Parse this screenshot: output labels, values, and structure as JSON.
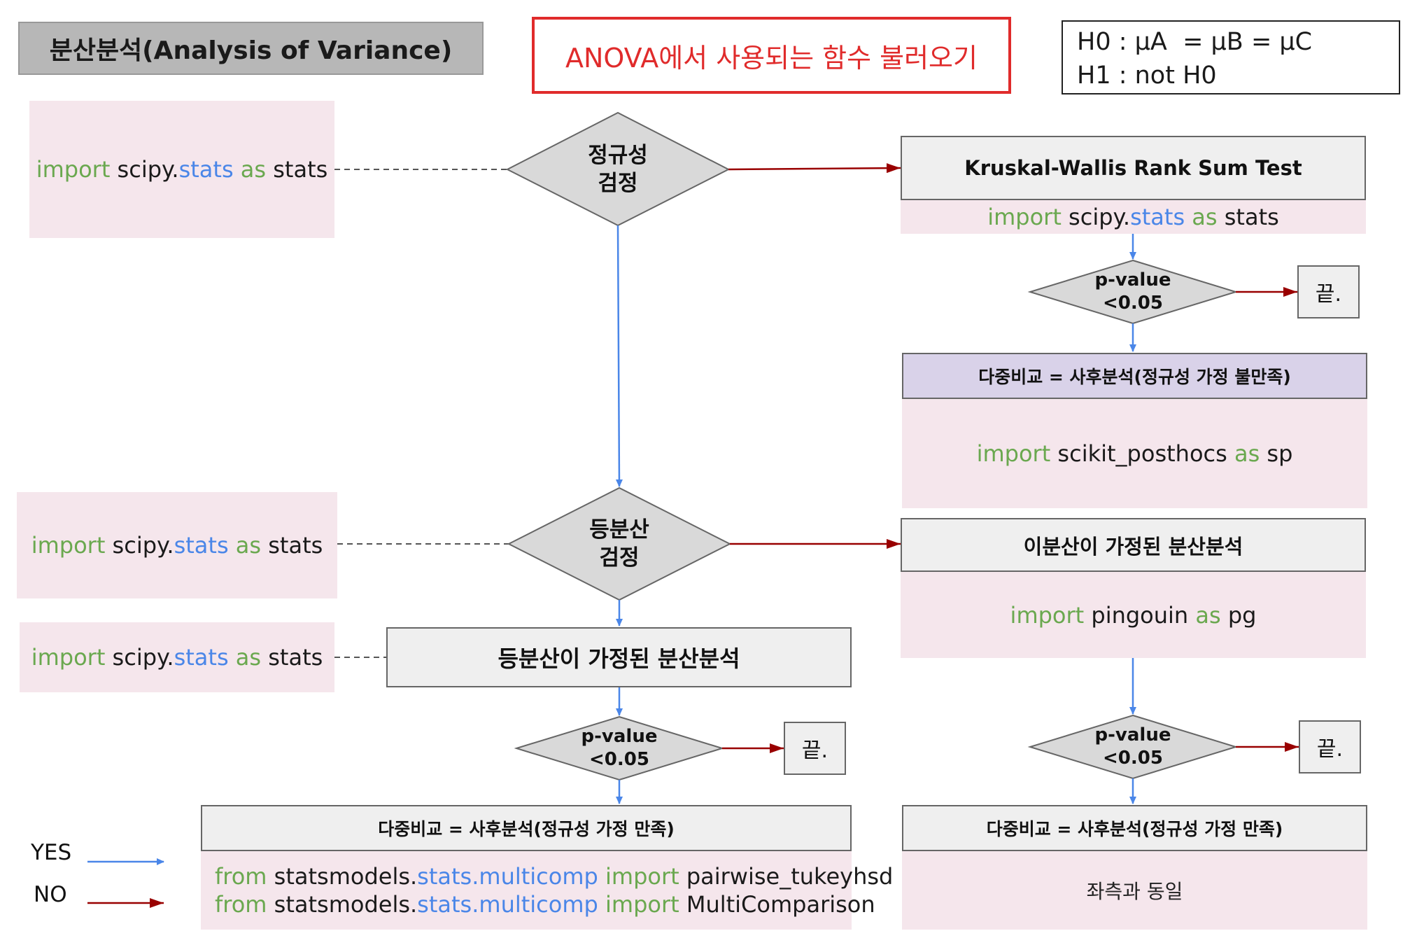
{
  "header": {
    "title": "분산분석(Analysis of Variance)",
    "subtitle": "ANOVA에서 사용되는 함수 불러오기",
    "hypothesis": [
      "H0 : μA  = μB = μC",
      "H1 : not H0"
    ]
  },
  "code": {
    "import_kw": "import",
    "from_kw": "from",
    "as_kw": "as",
    "scipy_pre": "scipy.",
    "stats_mod": "stats",
    "stats_alias": "stats",
    "scikit_name": "scikit_posthocs",
    "sp_alias": "sp",
    "pingouin_name": "pingouin",
    "pg_alias": "pg",
    "statsmodels_pre": "statsmodels.",
    "multicomp_mod": "stats.multicomp",
    "tukey": "pairwise_tukeyhsd",
    "multicomparison": "MultiComparison"
  },
  "nodes": {
    "normality": "정규성\n검정",
    "equal_var": "등분산\n검정",
    "kruskal": "Kruskal-Wallis Rank Sum Test",
    "pvalue": "p-value\n<0.05",
    "end": "끝.",
    "posthoc_unsatisfied": "다중비교 = 사후분석(정규성 가정 불만족)",
    "welch_anova": "이분산이 가정된 분산분석",
    "equal_anova": "등분산이 가정된 분산분석",
    "posthoc_satisfied": "다중비교 = 사후분석(정규성 가정 만족)",
    "same_as_left": "좌측과 동일"
  },
  "legend": {
    "yes": "YES",
    "no": "NO"
  },
  "colors": {
    "yes_arrow": "#4a86e8",
    "no_arrow": "#990000",
    "keyword": "#6aa84f",
    "module": "#4a86e8",
    "subtitle": "#e02b2b",
    "code_bg": "#f5e6ec",
    "diamond": "#d9d9d9"
  }
}
